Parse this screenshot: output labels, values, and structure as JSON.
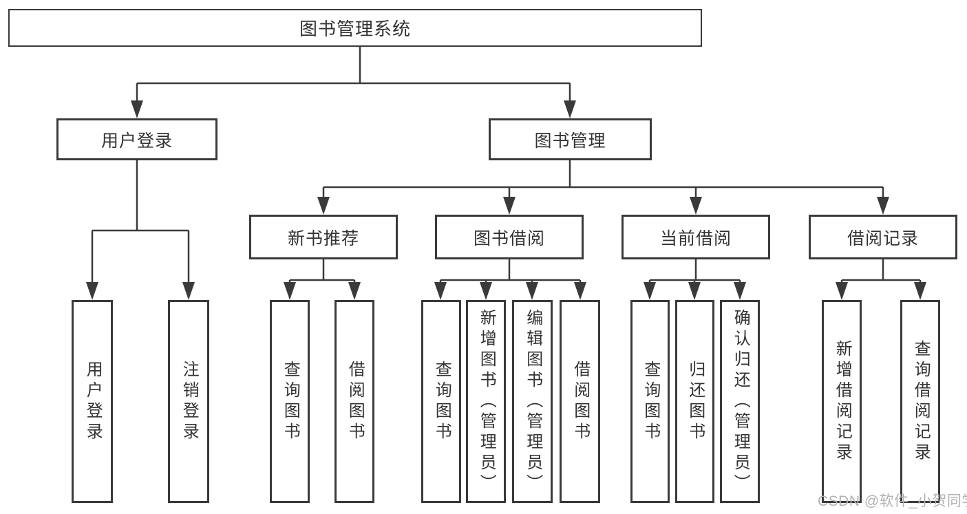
{
  "diagram": {
    "colors": {
      "line": "#3a3a3a",
      "text": "#333333",
      "box_background": "#ffffff",
      "watermark": "#b2b2b2"
    },
    "root": {
      "label": "图书管理系统"
    },
    "level2": [
      {
        "label": "用户登录"
      },
      {
        "label": "图书管理"
      }
    ],
    "level3": [
      {
        "label": "新书推荐"
      },
      {
        "label": "图书借阅"
      },
      {
        "label": "当前借阅"
      },
      {
        "label": "借阅记录"
      }
    ],
    "leaves": {
      "user": [
        "用户登录",
        "注销登录"
      ],
      "recommend": [
        "查询图书",
        "借阅图书"
      ],
      "borrow": [
        "查询图书",
        "新增图书（管理员）",
        "编辑图书（管理员）",
        "借阅图书"
      ],
      "current": [
        "查询图书",
        "归还图书",
        "确认归还（管理员）"
      ],
      "records": [
        "新增借阅记录",
        "查询借阅记录"
      ]
    }
  },
  "watermark": {
    "text": "CSDN @软件_小贺同学"
  }
}
